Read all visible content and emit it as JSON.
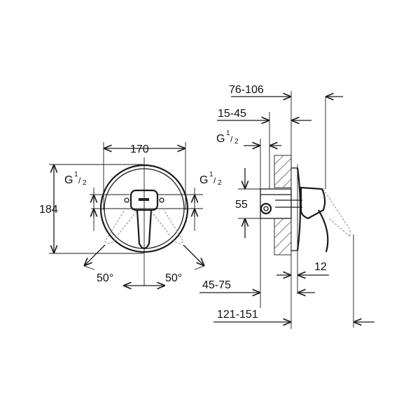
{
  "front_view": {
    "width_dim": "170",
    "height_dim": "184",
    "thread_left": {
      "base": "G",
      "num": "1",
      "den": "2"
    },
    "thread_right": {
      "base": "G",
      "num": "1",
      "den": "2"
    },
    "angle_left": "50°",
    "angle_right": "50°"
  },
  "side_view": {
    "depth_total": "76-106",
    "depth_body": "15-45",
    "thread": {
      "base": "G",
      "num": "1",
      "den": "2"
    },
    "spacing": "55",
    "wall_offset": "12",
    "install_depth": "45-75",
    "overall": "121-151"
  }
}
